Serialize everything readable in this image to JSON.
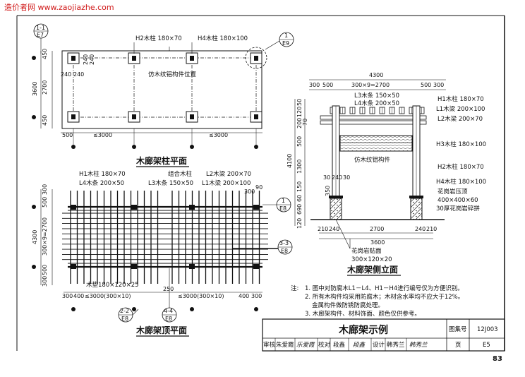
{
  "watermark": "造价者网 www.zaojiazhe.com",
  "page_number": "83",
  "plan": {
    "title": "木廊架柱平面",
    "label_h2": "H2木柱 180×70",
    "label_h4": "H4木柱 180×100",
    "label_pattern": "仿木纹铝构件位置",
    "dim_450a": "450",
    "dim_2700": "2700",
    "dim_450b": "450",
    "dim_3600": "3600",
    "dim_240a": "240",
    "dim_240b": "240",
    "dim_240c": "240",
    "dim_240d": "240",
    "dim_500": "500",
    "dim_3000a": "≤3000",
    "dim_3000b": "≤3000",
    "ref_e7_top": "1-1",
    "ref_e7_bot": "E7",
    "ref_e9_top": "1",
    "ref_e9_bot": "E9"
  },
  "top_view": {
    "title": "木廊架顶平面",
    "label_h1": "H1木柱 180×70",
    "label_l4": "L4木条 200×50",
    "label_combo": "组合木柱",
    "label_l3": "L3木条 150×50",
    "label_l2": "L2木梁 200×70",
    "label_l1": "L1木梁 200×100",
    "label_pad": "木垫180×120×25",
    "dim_300a": "300",
    "dim_500a": "500",
    "dim_300x9": "300×9=2700",
    "dim_500b": "500",
    "dim_300b": "300",
    "dim_4300": "4300",
    "dim_300_90": "300",
    "dim_90": "90",
    "dim_bottom_300a": "300",
    "dim_bottom_400a": "400",
    "dim_bottom_span1": "≤3000(300×10)",
    "dim_bottom_250": "250",
    "dim_bottom_span2": "≤3000(300×10)",
    "dim_bottom_400b": "400",
    "dim_bottom_300b": "300",
    "ref_e8a_top": "1",
    "ref_e8a_bot": "E8",
    "ref_e8b_top": "3-3",
    "ref_e8b_bot": "E8",
    "ref_e8c_top": "2-2",
    "ref_e8c_bot": "E8",
    "ref_e8d_top": "4-4",
    "ref_e8d_bot": "E8"
  },
  "elevation": {
    "title": "木廊架侧立面",
    "dim_4300": "4300",
    "dim_300a": "300",
    "dim_500a": "500",
    "dim_300x9": "300×9=2700",
    "dim_500b": "500",
    "dim_300b": "300",
    "label_l3": "L3木条 150×50",
    "label_l4": "L4木条 200×50",
    "label_h1": "H1木柱 180×70",
    "label_l1": "L1木梁 200×100",
    "label_l2": "L2木梁 200×70",
    "label_h3": "H3木柱 180×100",
    "label_pattern": "仿木纹铝构件",
    "label_h2": "H2木柱 180×70",
    "label_h4": "H4木柱 180×100",
    "label_cap1": "花岗岩压顶",
    "label_cap2": "400×400×60",
    "label_cap3": "30厚花岗岩碎拼",
    "dim_4100": "4100",
    "dim_v50": "50",
    "dim_v120": "120",
    "dim_v200": "200",
    "dim_v70": "70",
    "dim_v500": "500",
    "dim_v1300": "1300",
    "dim_v150": "150",
    "dim_v60": "60",
    "dim_v690": "690",
    "dim_v120b": "120",
    "dim_30a": "30",
    "dim_240": "240",
    "dim_30b": "30",
    "dim_350": "350",
    "dim_210a": "210",
    "dim_240a": "240",
    "dim_2700": "2700",
    "dim_240b": "240",
    "dim_210b": "210",
    "dim_3600": "3600",
    "label_paste1": "花岗岩贴面",
    "label_paste2": "300×120×20"
  },
  "notes": {
    "heading": "注:",
    "n1": "1. 图中对防腐木L1－L4、H1－H4进行编号仅为方便识别。",
    "n2": "2. 所有木构件均采用防腐木；木材含水率均不应大于12%。",
    "n2b": "金属构件做防锈防腐处理。",
    "n3": "3. 木廊架构件、材料饰面、颜色仅供参考。"
  },
  "title_block": {
    "drawing_title": "木廊架示例",
    "atlas_label": "图集号",
    "atlas_no": "12J003",
    "review": "审核",
    "reviewer": "朱爱霞",
    "reviewer_sign": "乐爱霞",
    "check": "校对",
    "checker": "段鑫",
    "checker_sign": "段鑫",
    "design": "设计",
    "designer": "韩秀兰",
    "designer_sign": "韩秀兰",
    "page_label": "页",
    "page_code": "E5"
  }
}
